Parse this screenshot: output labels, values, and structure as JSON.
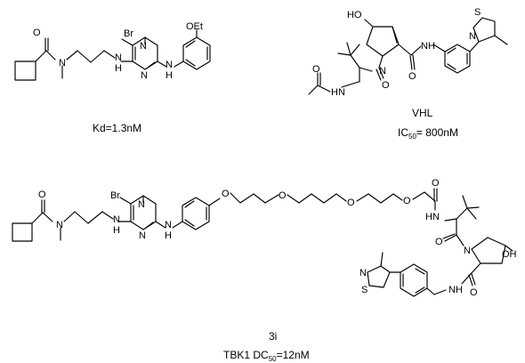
{
  "atoms": {
    "br": "Br",
    "n": "N",
    "h": "H",
    "o": "O",
    "oh": "OH",
    "ho": "HO",
    "s": "S",
    "nh": "NH",
    "hn": "HN",
    "oet": "OEt"
  },
  "captions": {
    "kd": "Kd=1.3nM",
    "vhl": "VHL",
    "ic_main": "IC",
    "ic_sub": "50",
    "ic_val": "= 800nM",
    "compound": "3i",
    "dc_main": "TBK1 DC",
    "dc_sub": "50",
    "dc_val": "=12nM"
  }
}
